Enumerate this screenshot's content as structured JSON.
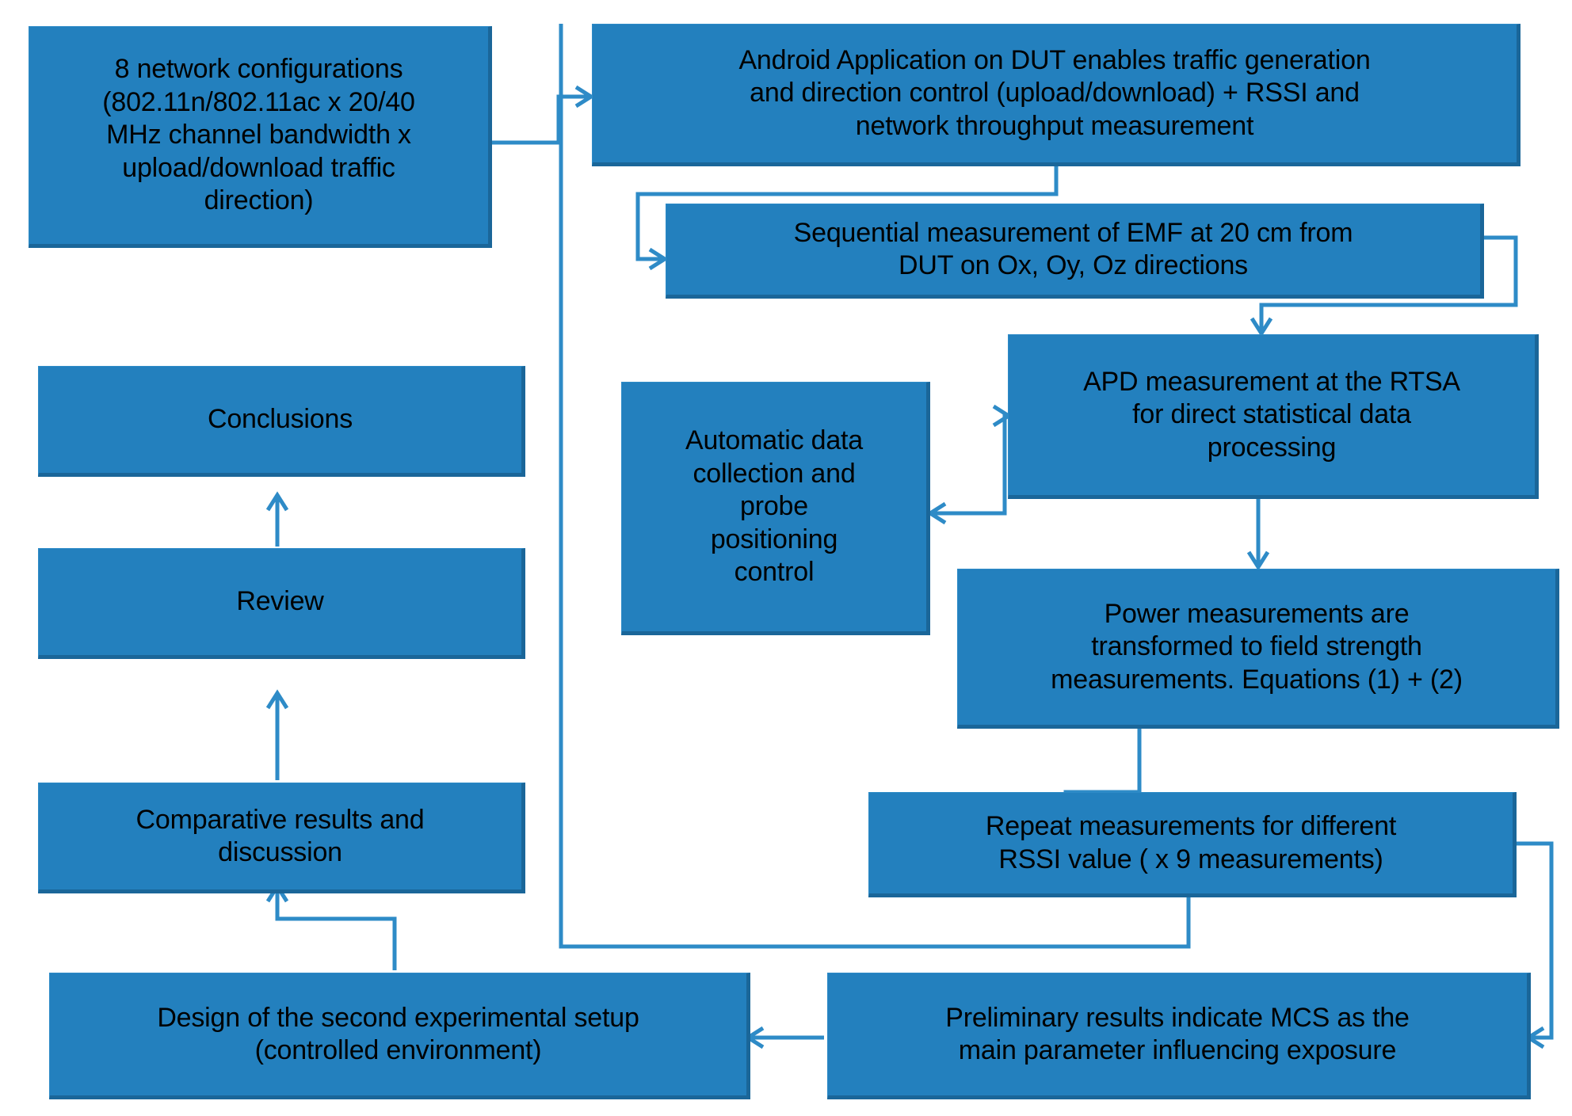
{
  "diagram": {
    "title": "Experimental methodology flowchart for Wi-Fi EMF exposure measurement",
    "type": "flowchart",
    "colors": {
      "node_fill": "#2380BE",
      "node_shadow": "#1A6699",
      "connector": "#2E8BC7",
      "text": "#000000",
      "background": "#FFFFFF"
    },
    "nodes": [
      {
        "id": "network-configurations",
        "label": "8 network configurations (802.11n/802.11ac x 20/40 MHz channel bandwidth x upload/download traffic direction)",
        "lines": [
          "8 network configurations",
          "(802.11n/802.11ac x 20/40",
          "MHz channel bandwidth x",
          "upload/download traffic",
          "direction)"
        ]
      },
      {
        "id": "android-application",
        "label": "Android Application on DUT enables traffic generation and direction control (upload/download) + RSSI and network throughput measurement",
        "lines": [
          "Android Application on DUT enables traffic generation",
          "and direction control (upload/download) + RSSI and",
          "network throughput measurement"
        ]
      },
      {
        "id": "sequential-measurement",
        "label": "Sequential measurement of EMF at 20 cm from DUT on Ox, Oy, Oz directions",
        "lines": [
          "Sequential measurement of EMF at 20 cm from",
          "DUT on Ox, Oy, Oz directions"
        ]
      },
      {
        "id": "apd-measurement",
        "label": "APD measurement at the RTSA for direct statistical data processing",
        "lines": [
          "APD measurement at the RTSA",
          "for direct statistical data",
          "processing"
        ]
      },
      {
        "id": "automatic-data-collection",
        "label": "Automatic data collection and probe positioning control",
        "lines": [
          "Automatic data",
          "collection and",
          "probe",
          "positioning",
          "control"
        ]
      },
      {
        "id": "power-to-field-strength",
        "label": "Power measurements are transformed to field strength measurements. Equations (1) + (2)",
        "lines": [
          "Power measurements are",
          "transformed to field strength",
          "measurements. Equations (1) + (2)"
        ]
      },
      {
        "id": "repeat-measurements",
        "label": "Repeat measurements for different RSSI value ( x 9 measurements)",
        "lines": [
          "Repeat measurements for different",
          "RSSI value ( x 9 measurements)"
        ]
      },
      {
        "id": "preliminary-results",
        "label": "Preliminary results indicate MCS as the main parameter influencing exposure",
        "lines": [
          "Preliminary results indicate MCS as the",
          "main parameter influencing exposure"
        ]
      },
      {
        "id": "second-experimental-setup",
        "label": "Design of the second experimental setup (controlled environment)",
        "lines": [
          "Design of the second experimental setup",
          "(controlled environment)"
        ]
      },
      {
        "id": "comparative-results",
        "label": "Comparative results and discussion",
        "lines": [
          "Comparative results and",
          "discussion"
        ]
      },
      {
        "id": "review",
        "label": "Review",
        "lines": [
          "Review"
        ]
      },
      {
        "id": "conclusions",
        "label": "Conclusions",
        "lines": [
          "Conclusions"
        ]
      }
    ],
    "edges": [
      {
        "id": "edge-configs-to-android",
        "from": "network-configurations",
        "to": "android-application",
        "style": "elbow",
        "arrow": "single"
      },
      {
        "id": "edge-android-to-sequential",
        "from": "android-application",
        "to": "sequential-measurement",
        "style": "elbow",
        "arrow": "single"
      },
      {
        "id": "edge-sequential-to-apd",
        "from": "sequential-measurement",
        "to": "apd-measurement",
        "style": "elbow",
        "arrow": "single"
      },
      {
        "id": "edge-apd-to-collection",
        "from": "apd-measurement",
        "to": "automatic-data-collection",
        "style": "elbow",
        "arrow": "single"
      },
      {
        "id": "edge-collection-to-apd",
        "from": "automatic-data-collection",
        "to": "apd-measurement",
        "style": "elbow",
        "arrow": "single"
      },
      {
        "id": "edge-apd-to-power",
        "from": "apd-measurement",
        "to": "power-to-field-strength",
        "style": "straight",
        "arrow": "single"
      },
      {
        "id": "edge-power-to-repeat",
        "from": "power-to-field-strength",
        "to": "repeat-measurements",
        "style": "elbow",
        "arrow": "single"
      },
      {
        "id": "edge-repeat-to-android",
        "from": "repeat-measurements",
        "to": "android-application",
        "style": "feedback-loop",
        "arrow": "none"
      },
      {
        "id": "edge-repeat-to-preliminary",
        "from": "repeat-measurements",
        "to": "preliminary-results",
        "style": "elbow-right",
        "arrow": "single"
      },
      {
        "id": "edge-preliminary-to-setup",
        "from": "preliminary-results",
        "to": "second-experimental-setup",
        "style": "straight",
        "arrow": "single"
      },
      {
        "id": "edge-setup-to-comparative",
        "from": "second-experimental-setup",
        "to": "comparative-results",
        "style": "elbow",
        "arrow": "single"
      },
      {
        "id": "edge-comparative-to-review",
        "from": "comparative-results",
        "to": "review",
        "style": "straight",
        "arrow": "single"
      },
      {
        "id": "edge-review-to-conclusions",
        "from": "review",
        "to": "conclusions",
        "style": "straight",
        "arrow": "single"
      }
    ]
  }
}
